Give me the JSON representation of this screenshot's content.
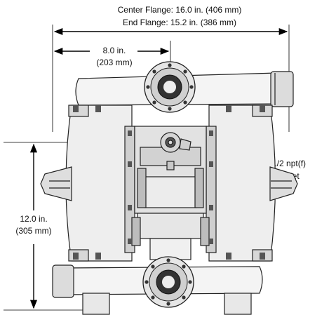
{
  "dimensions": {
    "center_flange": "Center Flange: 16.0 in. (406 mm)",
    "end_flange": "End Flange: 15.2 in. (386 mm)",
    "half_width_in": "8.0 in.",
    "half_width_mm": "(203 mm)",
    "height_in": "12.0 in.",
    "height_mm": "(305 mm)"
  },
  "callouts": {
    "air_inlet_line1": "1/2 npt(f)",
    "air_inlet_line2": "air inlet"
  }
}
